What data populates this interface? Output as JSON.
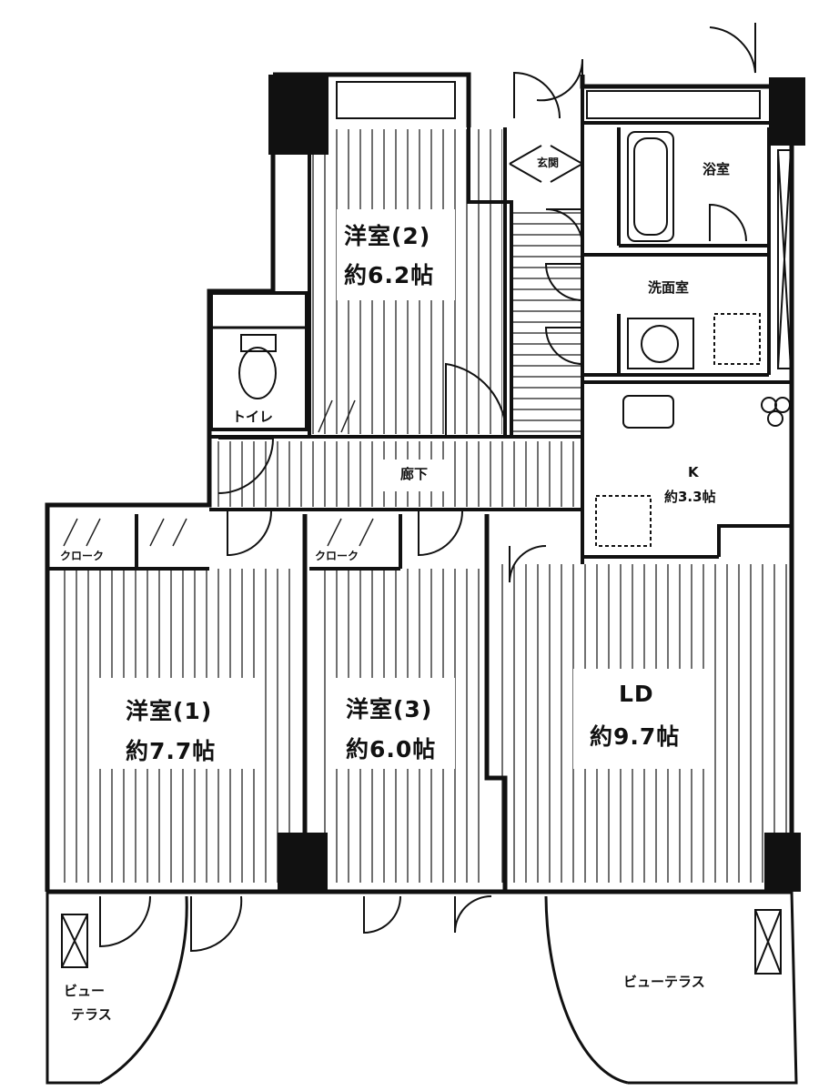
{
  "rooms": {
    "western2": {
      "name": "洋室(2)",
      "size": "約6.2帖"
    },
    "western1": {
      "name": "洋室(1)",
      "size": "約7.7帖"
    },
    "western3": {
      "name": "洋室(3)",
      "size": "約6.0帖"
    },
    "ld": {
      "name": "LD",
      "size": "約9.7帖"
    },
    "kitchen": {
      "name": "K",
      "size": "約3.3帖"
    },
    "bath": {
      "name": "浴室"
    },
    "washroom": {
      "name": "洗面室"
    },
    "toilet": {
      "name": "トイレ"
    },
    "entrance": {
      "name": "玄関"
    },
    "hallway": {
      "name": "廊下"
    },
    "closet1": {
      "name": "クローク"
    },
    "closet3": {
      "name": "クローク"
    },
    "terrace_left": {
      "name_line1": "ビュー",
      "name_line2": "テラス"
    },
    "terrace_right": {
      "name": "ビューテラス"
    }
  },
  "colors": {
    "wall": "#111111",
    "floor_line": "#222222",
    "background": "#ffffff"
  }
}
